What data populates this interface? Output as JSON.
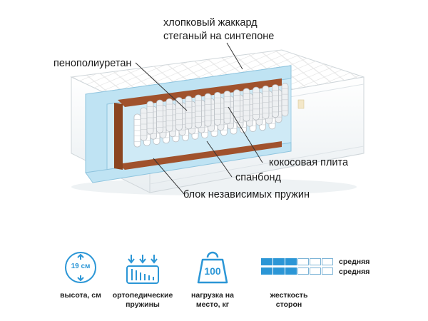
{
  "product": {
    "layers": {
      "jacquard_line1": "хлопковый жаккард",
      "jacquard_line2": "стеганый на синтепоне",
      "foam": "пенополиуретан",
      "coconut": "кокосовая плита",
      "spunbond": "спанбонд",
      "springs": "блок независимых пружин"
    }
  },
  "features": {
    "height": {
      "badge": "19 см",
      "caption_line1": "высота, см",
      "icon": "height-arrows-icon"
    },
    "orthopedic": {
      "caption_line1": "ортопедические",
      "caption_line2": "пружины",
      "icon": "orthopedic-springs-icon"
    },
    "load": {
      "badge": "100",
      "caption_line1": "нагрузка на",
      "caption_line2": "место, кг",
      "icon": "weight-icon"
    },
    "firmness": {
      "side1_label": "средняя",
      "side2_label": "средняя",
      "side1_level": 3,
      "side2_level": 3,
      "scale_max": 6,
      "caption_line1": "жесткость",
      "caption_line2": "сторон",
      "icon": "firmness-scale-icon"
    }
  },
  "colors": {
    "accent": "#2b96d6",
    "coconut": "#a0522d",
    "foam": "#bfe3f3"
  }
}
